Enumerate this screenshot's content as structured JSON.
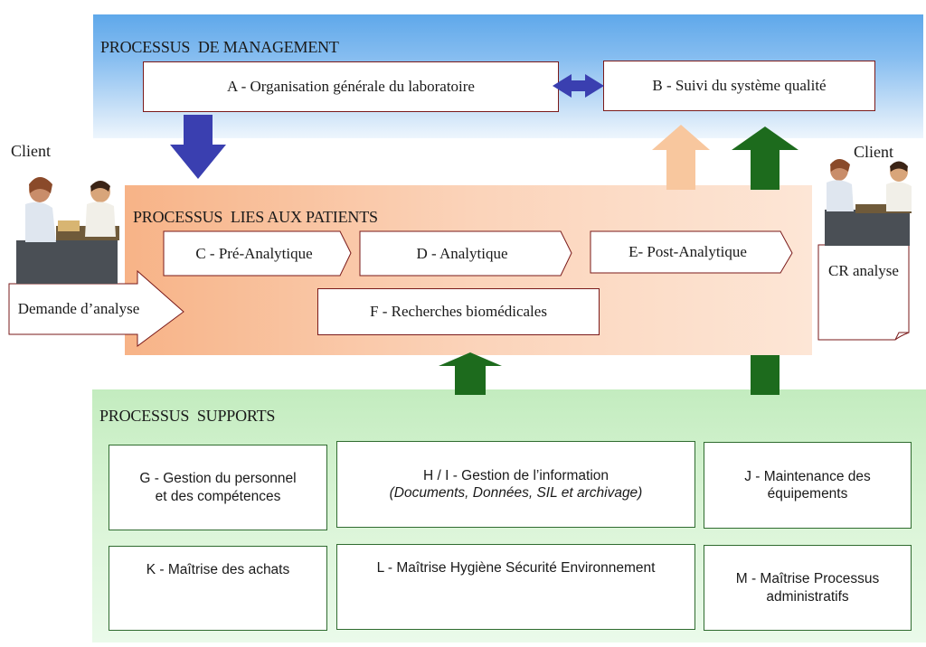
{
  "management": {
    "title": "PROCESSUS  DE MANAGEMENT",
    "box_a": "A - Organisation générale du laboratoire",
    "box_b": "B - Suivi du système qualité"
  },
  "patients": {
    "title": "PROCESSUS  LIES AUX PATIENTS",
    "step_c": "C - Pré-Analytique",
    "step_d": "D - Analytique",
    "step_e": "E- Post-Analytique",
    "box_f": "F - Recherches biomédicales",
    "input_label": "Demande d’analyse",
    "output_label": "CR analyse"
  },
  "clients": {
    "left": "Client",
    "right": "Client"
  },
  "supports": {
    "title": "PROCESSUS  SUPPORTS",
    "box_g_line1": "G - Gestion du personnel",
    "box_g_line2": "et des compétences",
    "box_hi_line1": "H / I - Gestion de l’information",
    "box_hi_line2": "(Documents, Données, SIL et archivage)",
    "box_j_line1": "J - Maintenance des",
    "box_j_line2": "équipements",
    "box_k": "K - Maîtrise des achats",
    "box_l": "L - Maîtrise Hygiène Sécurité Environnement",
    "box_m_line1": "M - Maîtrise Processus",
    "box_m_line2": "administratifs"
  },
  "colors": {
    "management_band": "#86bdf0",
    "patients_band": "#f7b387",
    "supports_band": "#c3ecbf",
    "down_arrow": "#3a3fb0",
    "double_arrow": "#3a3fb0",
    "green_arrow": "#1d6b1d",
    "peach_arrow": "#f8c79e",
    "box_border": "#7a1a1a"
  }
}
